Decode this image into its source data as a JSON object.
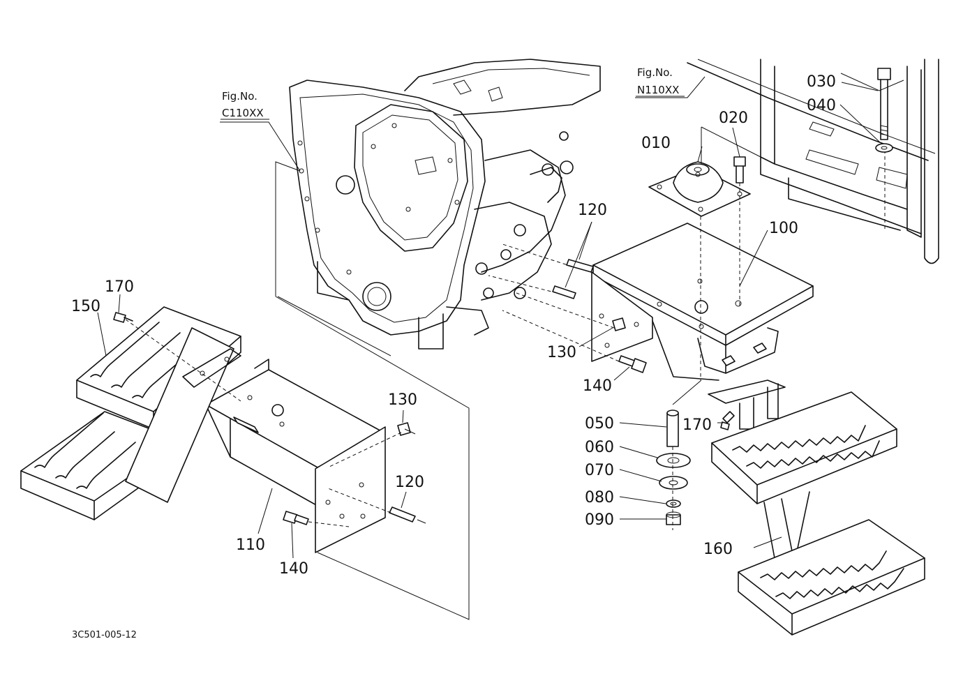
{
  "references": {
    "fig_c": {
      "title": "Fig.No.",
      "code": "C110XX"
    },
    "fig_n": {
      "title": "Fig.No.",
      "code": "N110XX"
    }
  },
  "parts": {
    "p010": "010",
    "p020": "020",
    "p030": "030",
    "p040": "040",
    "p050": "050",
    "p060": "060",
    "p070": "070",
    "p080": "080",
    "p090": "090",
    "p100": "100",
    "p110": "110",
    "p120a": "120",
    "p120b": "120",
    "p130a": "130",
    "p130b": "130",
    "p140a": "140",
    "p140b": "140",
    "p150": "150",
    "p160": "160",
    "p170a": "170",
    "p170b": "170"
  },
  "drawing_code": "3C501-005-12"
}
